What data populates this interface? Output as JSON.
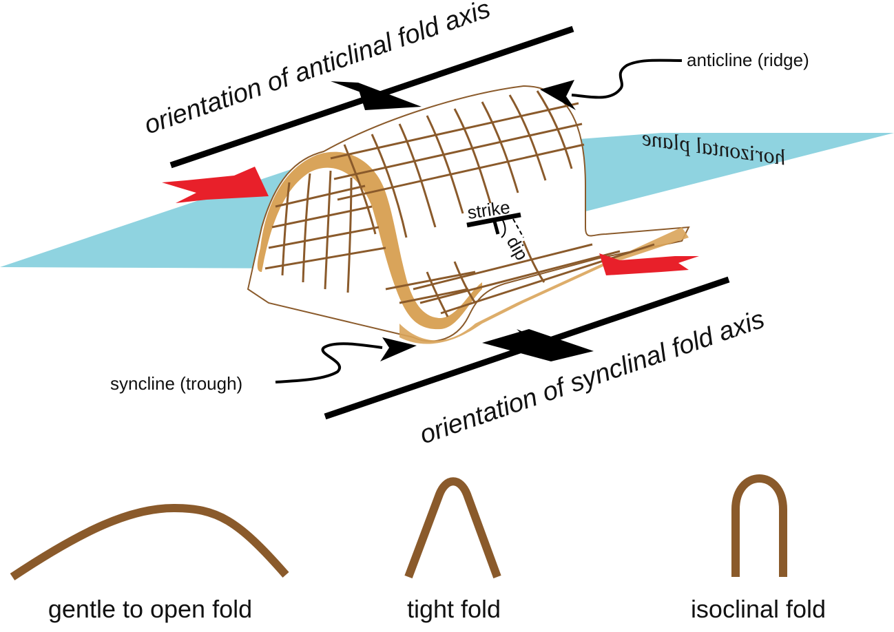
{
  "diagram": {
    "anticlinal_axis_label": "orientation of anticlinal fold axis",
    "synclinal_axis_label": "orientation of synclinal fold axis",
    "anticline_label": "anticline (ridge)",
    "syncline_label": "syncline (trough)",
    "horizontal_plane_label": "horizontal plane",
    "strike_label": "strike",
    "dip_label": "dip"
  },
  "fold_types": [
    {
      "label": "gentle to open fold"
    },
    {
      "label": "tight fold"
    },
    {
      "label": "isoclinal fold"
    }
  ],
  "colors": {
    "plane": "#8fd3e0",
    "fold_surface": "#d9a45a",
    "grid_lines": "#8a5a2b",
    "compression_arrow": "#e8202a",
    "fold_profile": "#8a5a2b"
  }
}
